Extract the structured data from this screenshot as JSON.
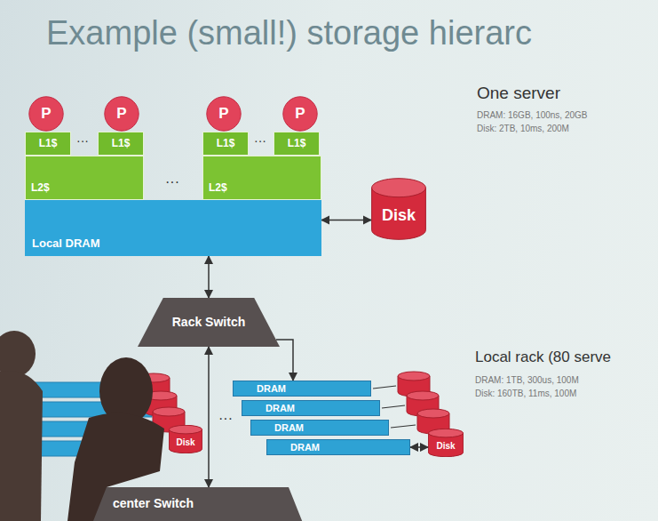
{
  "diagram": {
    "title": "Example (small!) storage hierarc",
    "nodes": [
      {
        "text": [
          "P"
        ]
      },
      {
        "text": [
          "P"
        ]
      },
      {
        "text": [
          "P"
        ]
      },
      {
        "text": [
          "P"
        ]
      },
      {
        "text": [
          "L1$"
        ]
      },
      {
        "text": [
          "L1$"
        ]
      },
      {
        "text": [
          "L1$"
        ]
      },
      {
        "text": [
          "L1$"
        ]
      },
      {
        "text": [
          "L2$"
        ]
      },
      {
        "text": [
          "L2$"
        ]
      },
      {
        "text": [
          "Local DRAM"
        ]
      },
      {
        "text": [
          "Disk"
        ]
      },
      {
        "text": [
          "Rack Switch"
        ]
      },
      {
        "text": [
          "Disk"
        ]
      },
      {
        "text": [
          "DRAM"
        ]
      },
      {
        "text": [
          "DRAM"
        ]
      },
      {
        "text": [
          "DRAM"
        ]
      },
      {
        "text": [
          "DRAM"
        ]
      },
      {
        "text": [
          "Disk"
        ]
      },
      {
        "text": [
          "center Switch"
        ]
      }
    ],
    "edges": [
      {
        "from": 10,
        "to": 11,
        "arrow": "both"
      },
      {
        "from": 10,
        "to": 12,
        "arrow": "both"
      },
      {
        "from": 12,
        "to": 19,
        "arrow": "both"
      },
      {
        "from": 12,
        "to": 14,
        "arrow": "to"
      },
      {
        "from": 17,
        "to": 18,
        "arrow": "both"
      }
    ],
    "labels": [
      "···",
      "···",
      "···",
      "···",
      "One server",
      "DRAM: 16GB, 100ns, 20GB",
      "Disk: 2TB, 10ms, 200M",
      "Local rack (80 serve",
      "DRAM: 1TB, 300us, 100M",
      "Disk: 160TB, 11ms, 100M"
    ]
  }
}
